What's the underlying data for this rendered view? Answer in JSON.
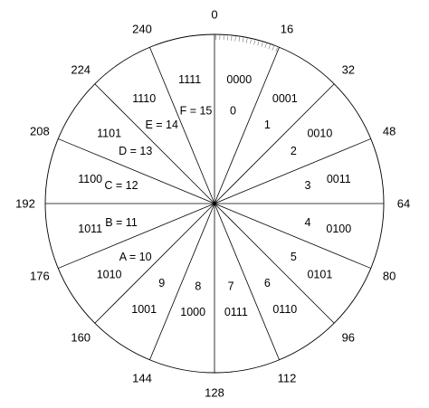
{
  "wheel": {
    "outer_labels": [
      "0",
      "16",
      "32",
      "48",
      "64",
      "80",
      "96",
      "112",
      "128",
      "144",
      "160",
      "176",
      "192",
      "208",
      "224",
      "240"
    ],
    "segments": [
      {
        "binary": "0000",
        "value": "0"
      },
      {
        "binary": "0001",
        "value": "1"
      },
      {
        "binary": "0010",
        "value": "2"
      },
      {
        "binary": "0011",
        "value": "3"
      },
      {
        "binary": "0100",
        "value": "4"
      },
      {
        "binary": "0101",
        "value": "5"
      },
      {
        "binary": "0110",
        "value": "6"
      },
      {
        "binary": "0111",
        "value": "7"
      },
      {
        "binary": "1000",
        "value": "8"
      },
      {
        "binary": "1001",
        "value": "9"
      },
      {
        "binary": "1010",
        "value": "A = 10"
      },
      {
        "binary": "1011",
        "value": "B = 11"
      },
      {
        "binary": "1100",
        "value": "C = 12"
      },
      {
        "binary": "1101",
        "value": "D = 13"
      },
      {
        "binary": "1110",
        "value": "E = 14"
      },
      {
        "binary": "1111",
        "value": "F = 15"
      }
    ]
  },
  "colors": {
    "line": "#000000",
    "background": "#ffffff",
    "text": "#000000"
  }
}
